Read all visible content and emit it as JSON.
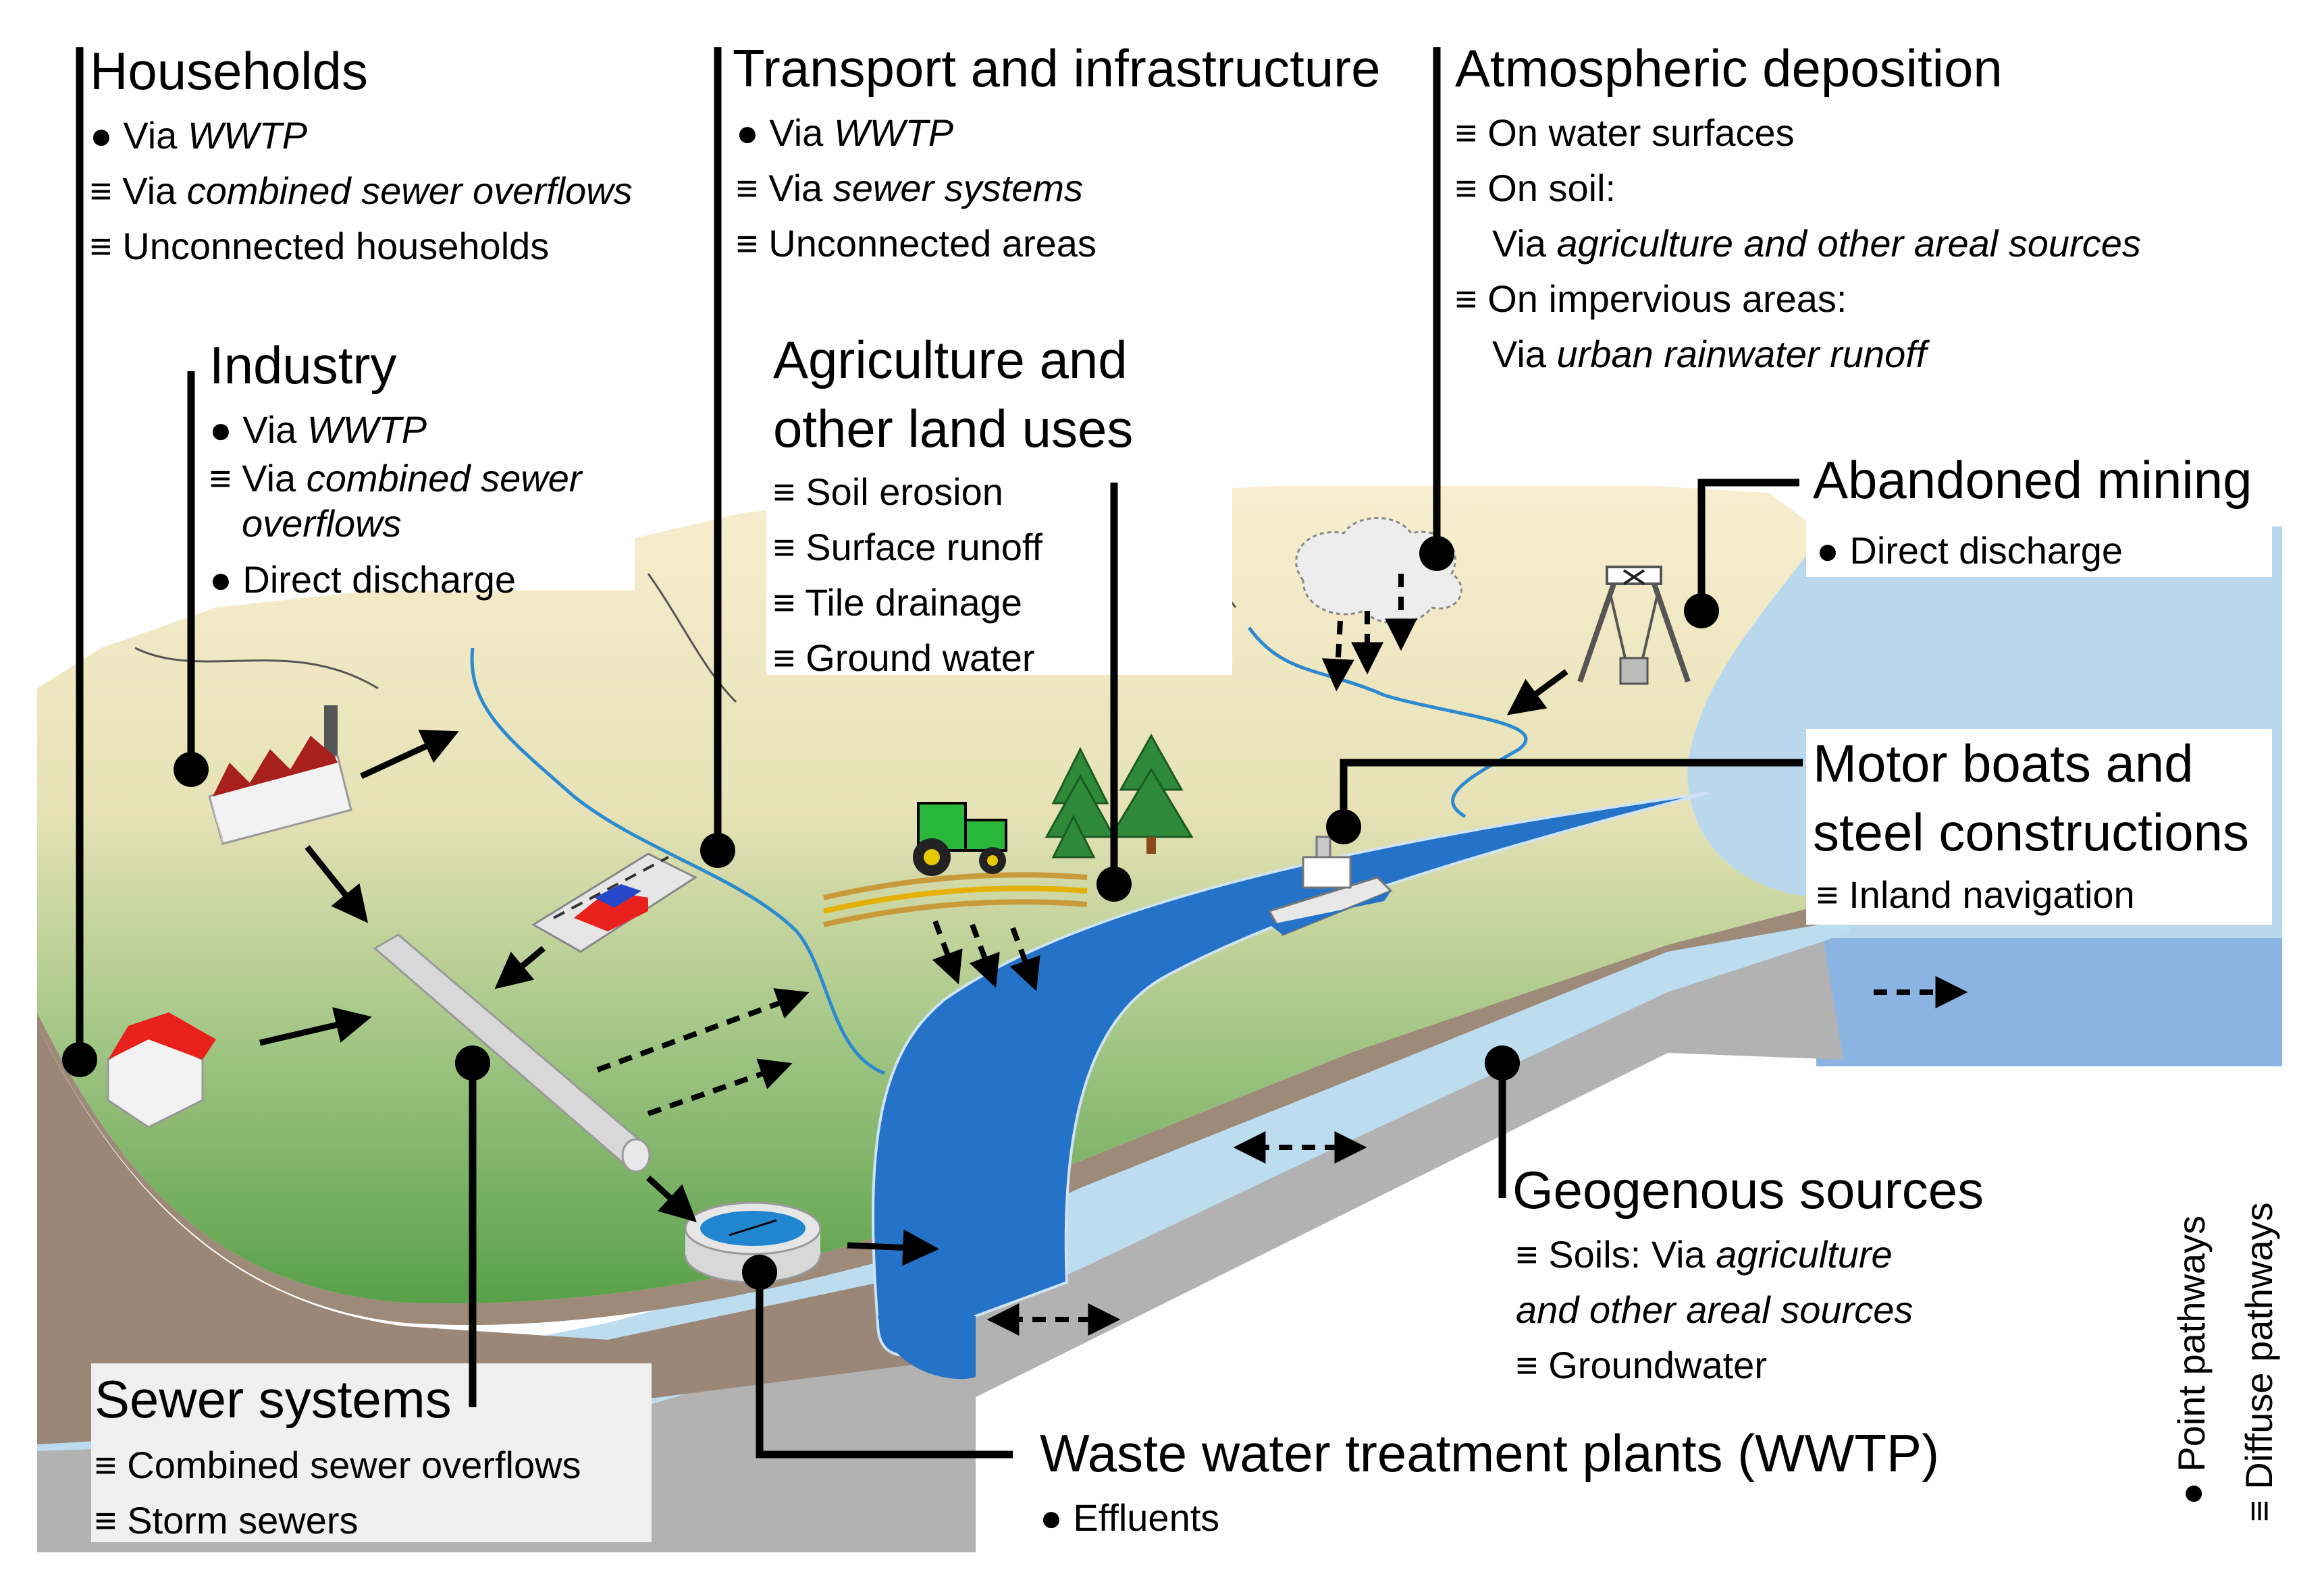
{
  "labels": {
    "households": {
      "title": "Households",
      "items": [
        {
          "bullet": "●",
          "pre": "Via ",
          "em": "WWTP"
        },
        {
          "bullet": "≡",
          "pre": "Via ",
          "em": "combined sewer overflows"
        },
        {
          "bullet": "≡",
          "pre": "Unconnected households",
          "em": ""
        }
      ]
    },
    "transport": {
      "title": "Transport and infrastructure",
      "items": [
        {
          "bullet": "●",
          "pre": "Via ",
          "em": "WWTP"
        },
        {
          "bullet": "≡",
          "pre": "Via ",
          "em": "sewer systems"
        },
        {
          "bullet": "≡",
          "pre": "Unconnected areas",
          "em": ""
        }
      ]
    },
    "atmospheric": {
      "title": "Atmospheric deposition",
      "items": [
        {
          "bullet": "≡",
          "pre": "On water surfaces",
          "em": ""
        },
        {
          "bullet": "≡",
          "pre": "On soil:",
          "em": ""
        },
        {
          "bullet": "",
          "pre": "Via ",
          "em": "agriculture and other areal sources"
        },
        {
          "bullet": "≡",
          "pre": "On impervious areas:",
          "em": ""
        },
        {
          "bullet": "",
          "pre": "Via ",
          "em": "urban rainwater runoff"
        }
      ]
    },
    "industry": {
      "title": "Industry",
      "items": [
        {
          "bullet": "●",
          "pre": "Via ",
          "em": "WWTP"
        },
        {
          "bullet": "≡",
          "pre": "Via ",
          "em": "combined sewer"
        },
        {
          "bullet": "",
          "pre": "",
          "em": "overflows"
        },
        {
          "bullet": "●",
          "pre": "Direct discharge",
          "em": ""
        }
      ]
    },
    "agriculture": {
      "title_line1": "Agriculture and",
      "title_line2": "other land uses",
      "items": [
        {
          "bullet": "≡",
          "pre": "Soil erosion",
          "em": ""
        },
        {
          "bullet": "≡",
          "pre": "Surface runoff",
          "em": ""
        },
        {
          "bullet": "≡",
          "pre": "Tile drainage",
          "em": ""
        },
        {
          "bullet": "≡",
          "pre": "Ground water",
          "em": ""
        }
      ]
    },
    "mining": {
      "title": "Abandoned mining",
      "items": [
        {
          "bullet": "●",
          "pre": "Direct discharge",
          "em": ""
        }
      ]
    },
    "boats": {
      "title_line1": "Motor boats and",
      "title_line2": "steel constructions",
      "items": [
        {
          "bullet": "≡",
          "pre": "Inland navigation",
          "em": ""
        }
      ]
    },
    "geogenous": {
      "title": "Geogenous sources",
      "items": [
        {
          "bullet": "≡",
          "pre": "Soils: Via ",
          "em": "agriculture"
        },
        {
          "bullet": "",
          "pre": "",
          "em": "and other areal sources"
        },
        {
          "bullet": "≡",
          "pre": "Groundwater",
          "em": ""
        }
      ]
    },
    "sewer": {
      "title": "Sewer systems",
      "items": [
        {
          "bullet": "≡",
          "pre": "Combined sewer overflows",
          "em": ""
        },
        {
          "bullet": "≡",
          "pre": "Storm sewers",
          "em": ""
        }
      ]
    },
    "wwtp": {
      "title": "Waste water treatment plants (WWTP)",
      "items": [
        {
          "bullet": "●",
          "pre": "Effluents",
          "em": ""
        }
      ]
    }
  },
  "legend": {
    "point": "● Point pathways",
    "diffuse": "≡ Diffuse pathways"
  },
  "colors": {
    "land_light": "#f7ecc6",
    "land_green": "#67a84e",
    "soil_brown": "#9e8a78",
    "groundwater": "#bcdcf0",
    "bedrock": "#b4b4b4",
    "river": "#2473c8",
    "sea": "#8cb4e2",
    "sea_light": "#b9d8ee"
  }
}
